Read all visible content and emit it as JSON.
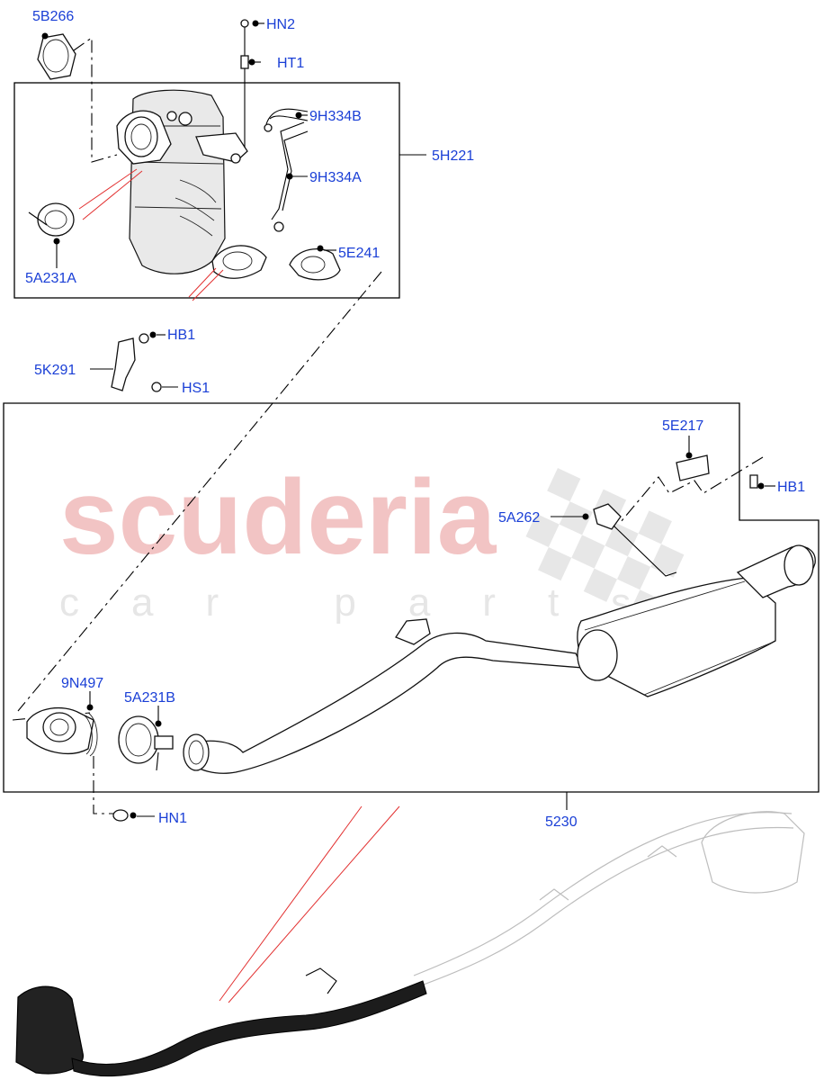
{
  "watermark": {
    "brand": "scuderia",
    "tagline": "car parts"
  },
  "callouts": {
    "c_5B266": "5B266",
    "c_HN2": "HN2",
    "c_HT1": "HT1",
    "c_9H334B": "9H334B",
    "c_5H221": "5H221",
    "c_9H334A": "9H334A",
    "c_5E241": "5E241",
    "c_5A231A": "5A231A",
    "c_HB1_top": "HB1",
    "c_5K291": "5K291",
    "c_HS1": "HS1",
    "c_5E217": "5E217",
    "c_HB1_right": "HB1",
    "c_5A262": "5A262",
    "c_9N497": "9N497",
    "c_5A231B": "5A231B",
    "c_HN1": "HN1",
    "c_5230": "5230"
  },
  "colors": {
    "callout_text": "#1a3fd6",
    "watermark_red": "#f2c4c4",
    "highlight_lines": "#e23030"
  },
  "icons": [
    "catalytic-converter",
    "heat-shield",
    "clamp",
    "gasket",
    "sensor",
    "muffler",
    "exhaust-pipe",
    "bracket",
    "nut",
    "bolt"
  ]
}
